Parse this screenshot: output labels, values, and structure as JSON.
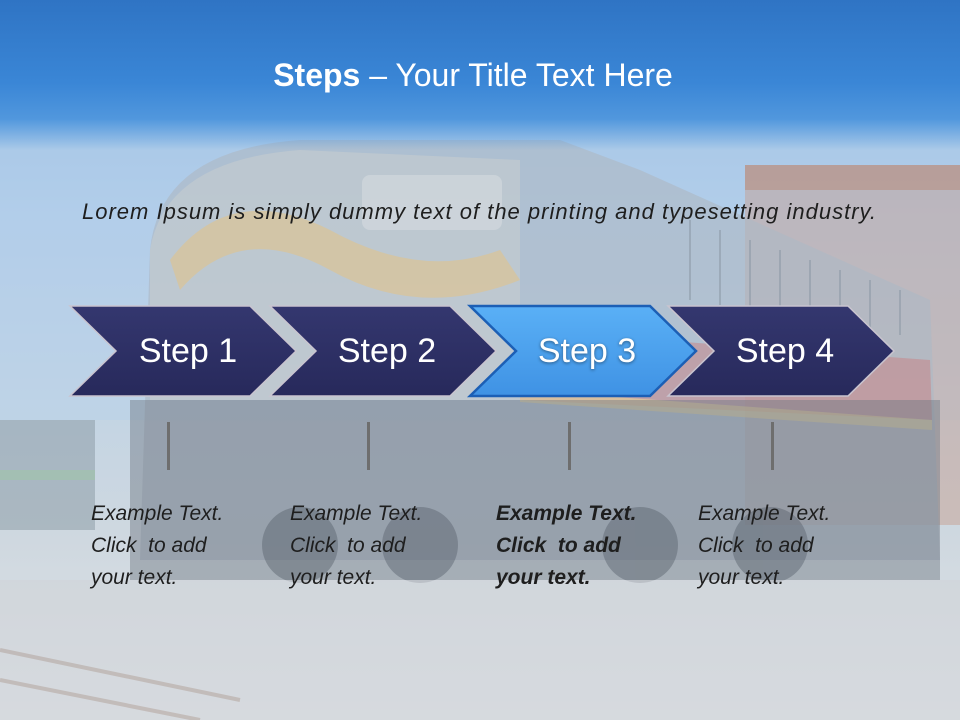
{
  "slide": {
    "title_bold": "Steps",
    "title_rest": " – Your Title Text Here",
    "subtitle": "Lorem Ipsum is simply dummy text of the printing and typesetting industry.",
    "colors": {
      "header": "#2f74c4",
      "step_dark": "#2d2f67",
      "step_active": "#4ea3f0",
      "step_active_border": "#1c5fb5"
    },
    "steps": [
      {
        "label": "Step 1",
        "lines": [
          "Example Text.",
          "Click  to add",
          "your text."
        ]
      },
      {
        "label": "Step 2",
        "lines": [
          "Example Text.",
          "Click  to add",
          "your text."
        ]
      },
      {
        "label": "Step 3",
        "lines": [
          "Example Text.",
          "Click  to add",
          "your text."
        ]
      },
      {
        "label": "Step 4",
        "lines": [
          "Example Text.",
          "Click  to add",
          "your text."
        ]
      }
    ]
  }
}
